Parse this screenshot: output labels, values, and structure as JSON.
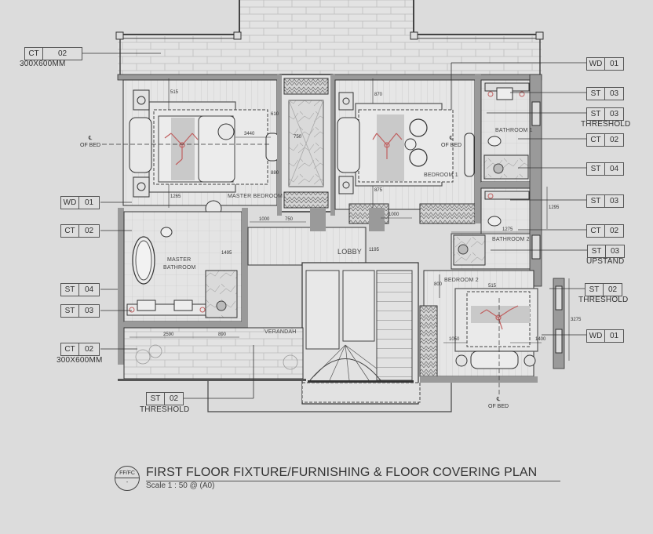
{
  "drawing": {
    "title": "FIRST FLOOR FIXTURE/FURNISHING & FLOOR COVERING PLAN",
    "scale": "Scale 1 : 50 @ (A0)",
    "sheet_ref_top": "FF/FC",
    "sheet_ref_bottom": "-"
  },
  "rooms": {
    "master_bedroom": "MASTER BEDROOM",
    "master_bathroom_1": "MASTER",
    "master_bathroom_2": "BATHROOM",
    "bedroom_1": "BEDROOM 1",
    "bathroom_1": "BATHROOM 1",
    "bathroom_2": "BATHROOM 2",
    "bedroom_2": "BEDROOM 2",
    "lobby": "LOBBY",
    "verandah": "VERANDAH"
  },
  "centerline": {
    "symbol": "℄",
    "label": "OF BED"
  },
  "dimensions": {
    "mb_top": "515",
    "mb_bottom": "1265",
    "mb_right": "3440",
    "mb_wardrobe": "750",
    "mb_side_top": "610",
    "mb_side_bottom": "880",
    "b1_top": "870",
    "b1_bottom": "875",
    "b1_door": "1000",
    "lobby_1": "1000",
    "lobby_2": "750",
    "lobby_v": "1195",
    "mbath_v": "1495",
    "verandah_1": "2590",
    "verandah_2": "890",
    "bath2": "1275",
    "bath2_v": "1295",
    "b2_v": "800",
    "b2_top": "515",
    "b2_left": "1050",
    "b2_right": "1400",
    "b2_side": "3275"
  },
  "tags_left": [
    {
      "code": "CT",
      "num": "02",
      "sub": "300X600MM"
    },
    {
      "code": "WD",
      "num": "01",
      "sub": ""
    },
    {
      "code": "CT",
      "num": "02",
      "sub": ""
    },
    {
      "code": "ST",
      "num": "04",
      "sub": ""
    },
    {
      "code": "ST",
      "num": "03",
      "sub": ""
    },
    {
      "code": "CT",
      "num": "02",
      "sub": "300X600MM"
    },
    {
      "code": "ST",
      "num": "02",
      "sub": "THRESHOLD"
    }
  ],
  "tags_right": [
    {
      "code": "WD",
      "num": "01",
      "sub": ""
    },
    {
      "code": "ST",
      "num": "03",
      "sub": ""
    },
    {
      "code": "ST",
      "num": "03",
      "sub": "THRESHOLD"
    },
    {
      "code": "CT",
      "num": "02",
      "sub": ""
    },
    {
      "code": "ST",
      "num": "04",
      "sub": ""
    },
    {
      "code": "ST",
      "num": "03",
      "sub": ""
    },
    {
      "code": "CT",
      "num": "02",
      "sub": ""
    },
    {
      "code": "ST",
      "num": "03",
      "sub": "UPSTAND"
    },
    {
      "code": "ST",
      "num": "02",
      "sub": "THRESHOLD"
    },
    {
      "code": "WD",
      "num": "01",
      "sub": ""
    }
  ],
  "colors": {
    "background": "#dcdcdc",
    "line": "#3a3a3a",
    "wall_fill": "#9a9a9a",
    "fan_red": "#c06060",
    "tile_line": "#bdbdbd"
  }
}
